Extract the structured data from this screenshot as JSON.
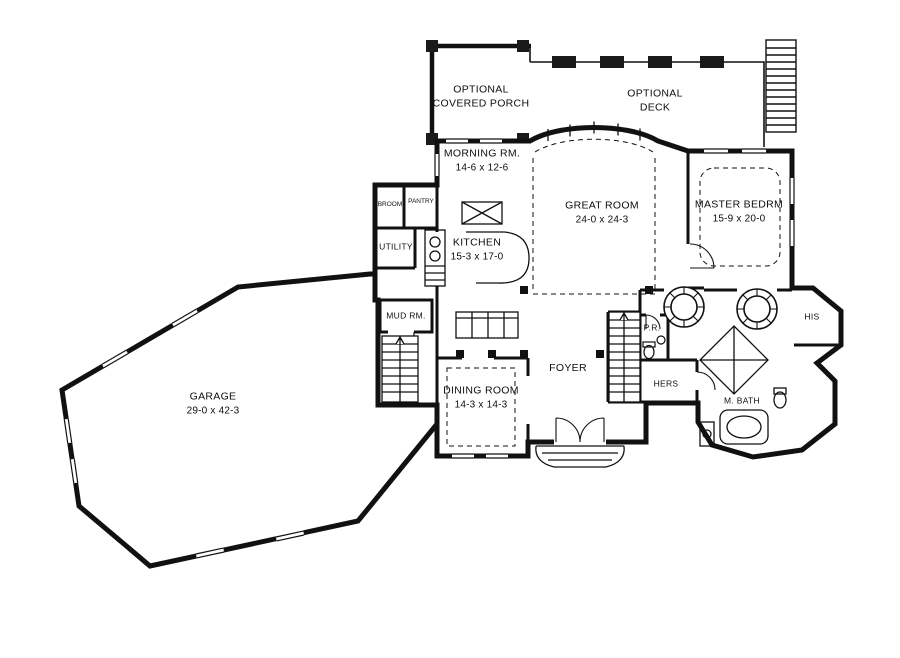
{
  "plan": {
    "background_color": "#ffffff",
    "ink_color": "#111111",
    "rooms": {
      "covered_porch": {
        "line1": "OPTIONAL",
        "line2": "COVERED PORCH"
      },
      "deck": {
        "line1": "OPTIONAL",
        "line2": "DECK"
      },
      "morning_room": {
        "name": "MORNING RM.",
        "dims": "14-6 x 12-6"
      },
      "great_room": {
        "name": "GREAT ROOM",
        "dims": "24-0 x 24-3"
      },
      "master_bedroom": {
        "name": "MASTER BEDRM",
        "dims": "15-9 x 20-0"
      },
      "kitchen": {
        "name": "KITCHEN",
        "dims": "15-3 x 17-0"
      },
      "broom_closet": {
        "name": "BROOM"
      },
      "pantry": {
        "name": "PANTRY"
      },
      "utility": {
        "name": "UTILITY"
      },
      "mud_room": {
        "name": "MUD RM."
      },
      "garage": {
        "name": "GARAGE",
        "dims": "29-0 x 42-3"
      },
      "dining_room": {
        "name": "DINING ROOM",
        "dims": "14-3 x 14-3"
      },
      "foyer": {
        "name": "FOYER"
      },
      "powder_room": {
        "name": "P.R."
      },
      "hers_closet": {
        "name": "HERS"
      },
      "his_closet": {
        "name": "HIS"
      },
      "master_bath": {
        "name": "M. BATH"
      }
    }
  }
}
